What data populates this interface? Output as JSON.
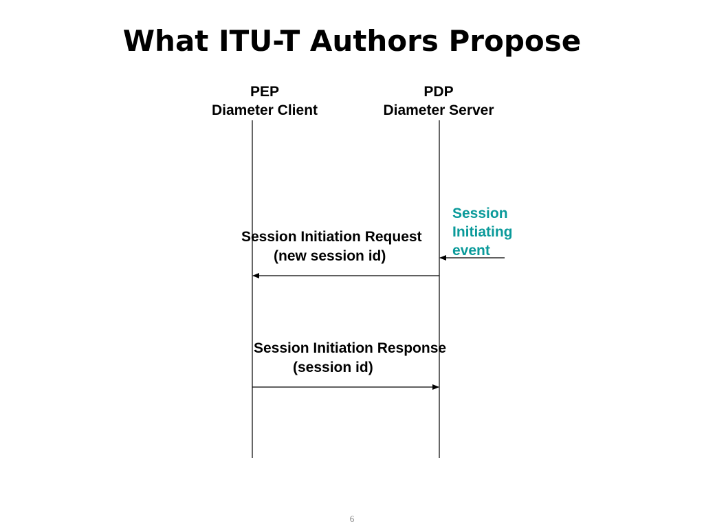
{
  "slide": {
    "title": "What ITU-T Authors Propose",
    "page_number": "6"
  },
  "participants": {
    "client": {
      "role": "PEP",
      "name": "Diameter Client"
    },
    "server": {
      "role": "PDP",
      "name": "Diameter Server"
    }
  },
  "trigger": {
    "line1": "Session",
    "line2": "Initiating",
    "line3": "event",
    "color": "#0a9a9a"
  },
  "messages": [
    {
      "line1": "Session Initiation Request",
      "line2": "(new session id)",
      "direction": "server-to-client"
    },
    {
      "line1": "Session Initiation Response",
      "line2": "(session id)",
      "direction": "client-to-server"
    }
  ]
}
